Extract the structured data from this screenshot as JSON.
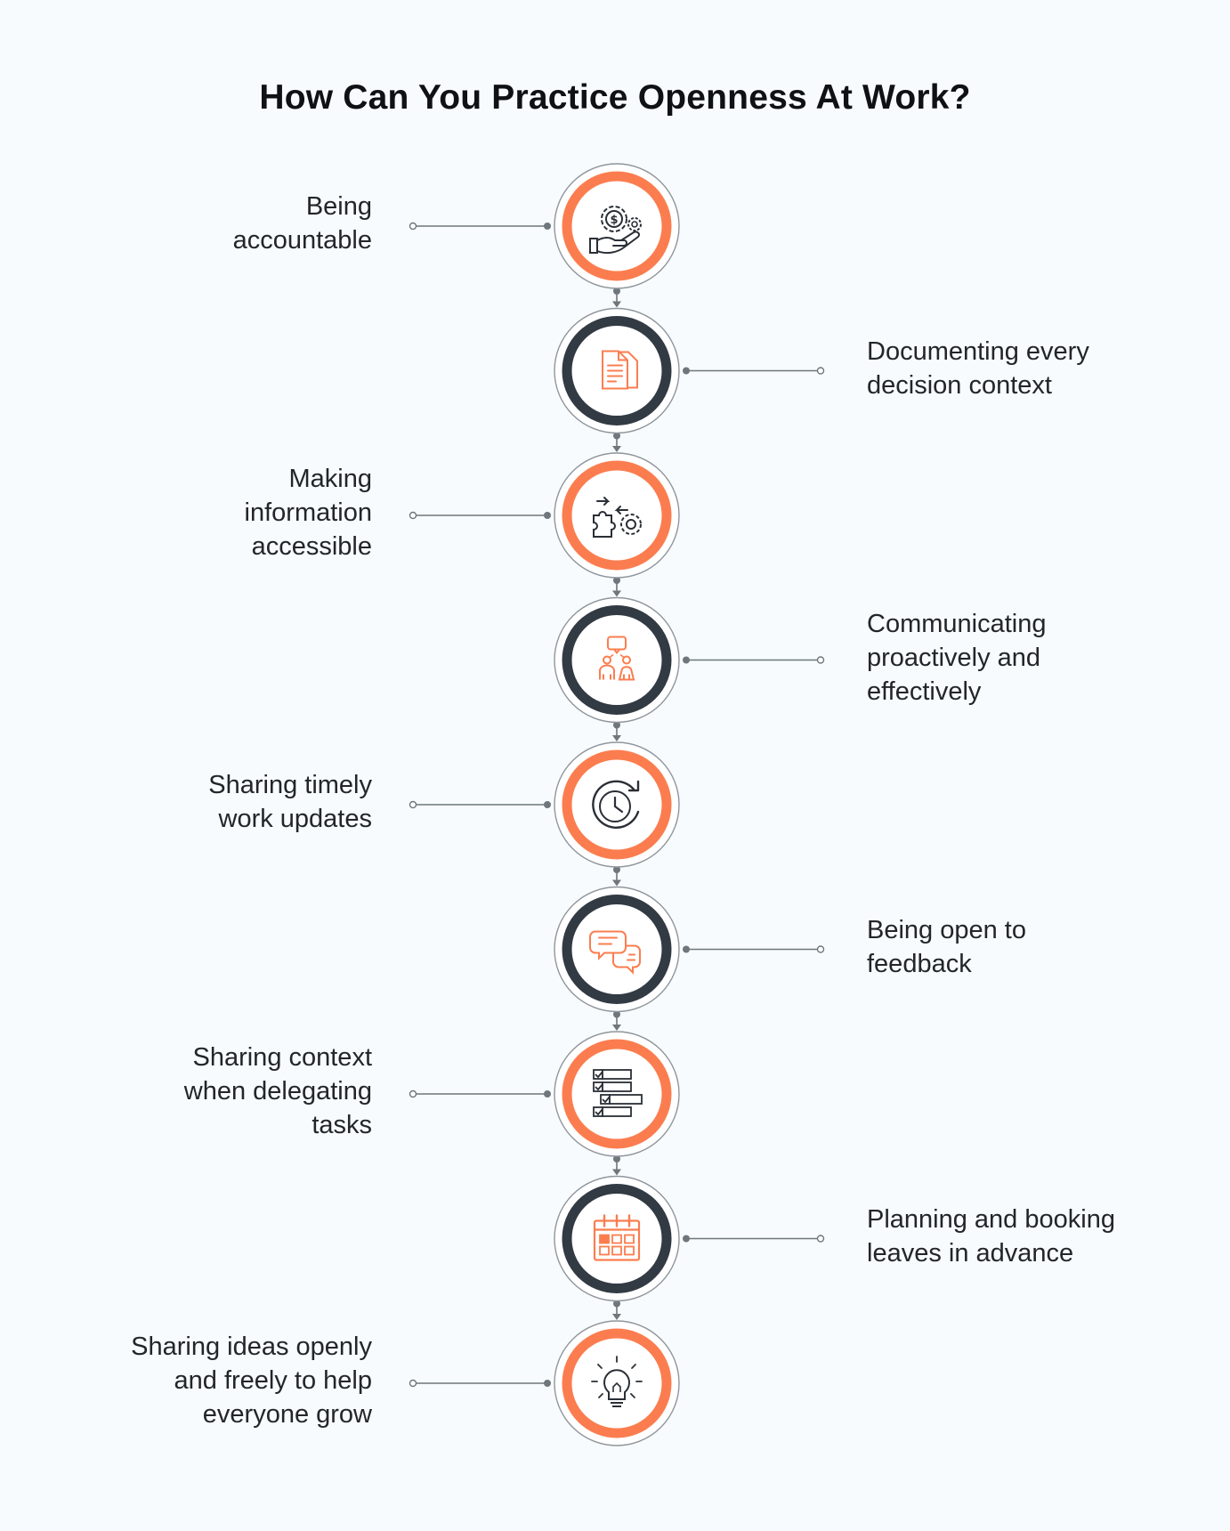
{
  "title": "How Can You Practice Openness At Work?",
  "colors": {
    "accent": "#fb7d4f",
    "dark_ring": "#323a43",
    "outer_ring": "#8f969c",
    "connector": "#6f767c",
    "background": "#f7fbfd",
    "text": "#22262b"
  },
  "steps": [
    {
      "label": "Being\naccountable",
      "side": "left",
      "ring": "accent",
      "icon": "money-gear-hand-icon"
    },
    {
      "label": "Documenting every\ndecision context",
      "side": "right",
      "ring": "dark",
      "icon": "documents-icon"
    },
    {
      "label": "Making\ninformation\naccessible",
      "side": "left",
      "ring": "accent",
      "icon": "process-flow-gear-icon"
    },
    {
      "label": "Communicating\nproactively and\neffectively",
      "side": "right",
      "ring": "dark",
      "icon": "people-conversation-icon"
    },
    {
      "label": "Sharing timely\nwork updates",
      "side": "left",
      "ring": "accent",
      "icon": "clock-refresh-icon"
    },
    {
      "label": "Being open to\nfeedback",
      "side": "right",
      "ring": "dark",
      "icon": "chat-bubbles-icon"
    },
    {
      "label": "Sharing context\nwhen delegating\ntasks",
      "side": "left",
      "ring": "accent",
      "icon": "checklist-icon"
    },
    {
      "label": "Planning and booking\nleaves in advance",
      "side": "right",
      "ring": "dark",
      "icon": "calendar-icon"
    },
    {
      "label": "Sharing ideas openly\nand freely to help\neveryone grow",
      "side": "left",
      "ring": "accent",
      "icon": "lightbulb-icon"
    }
  ]
}
